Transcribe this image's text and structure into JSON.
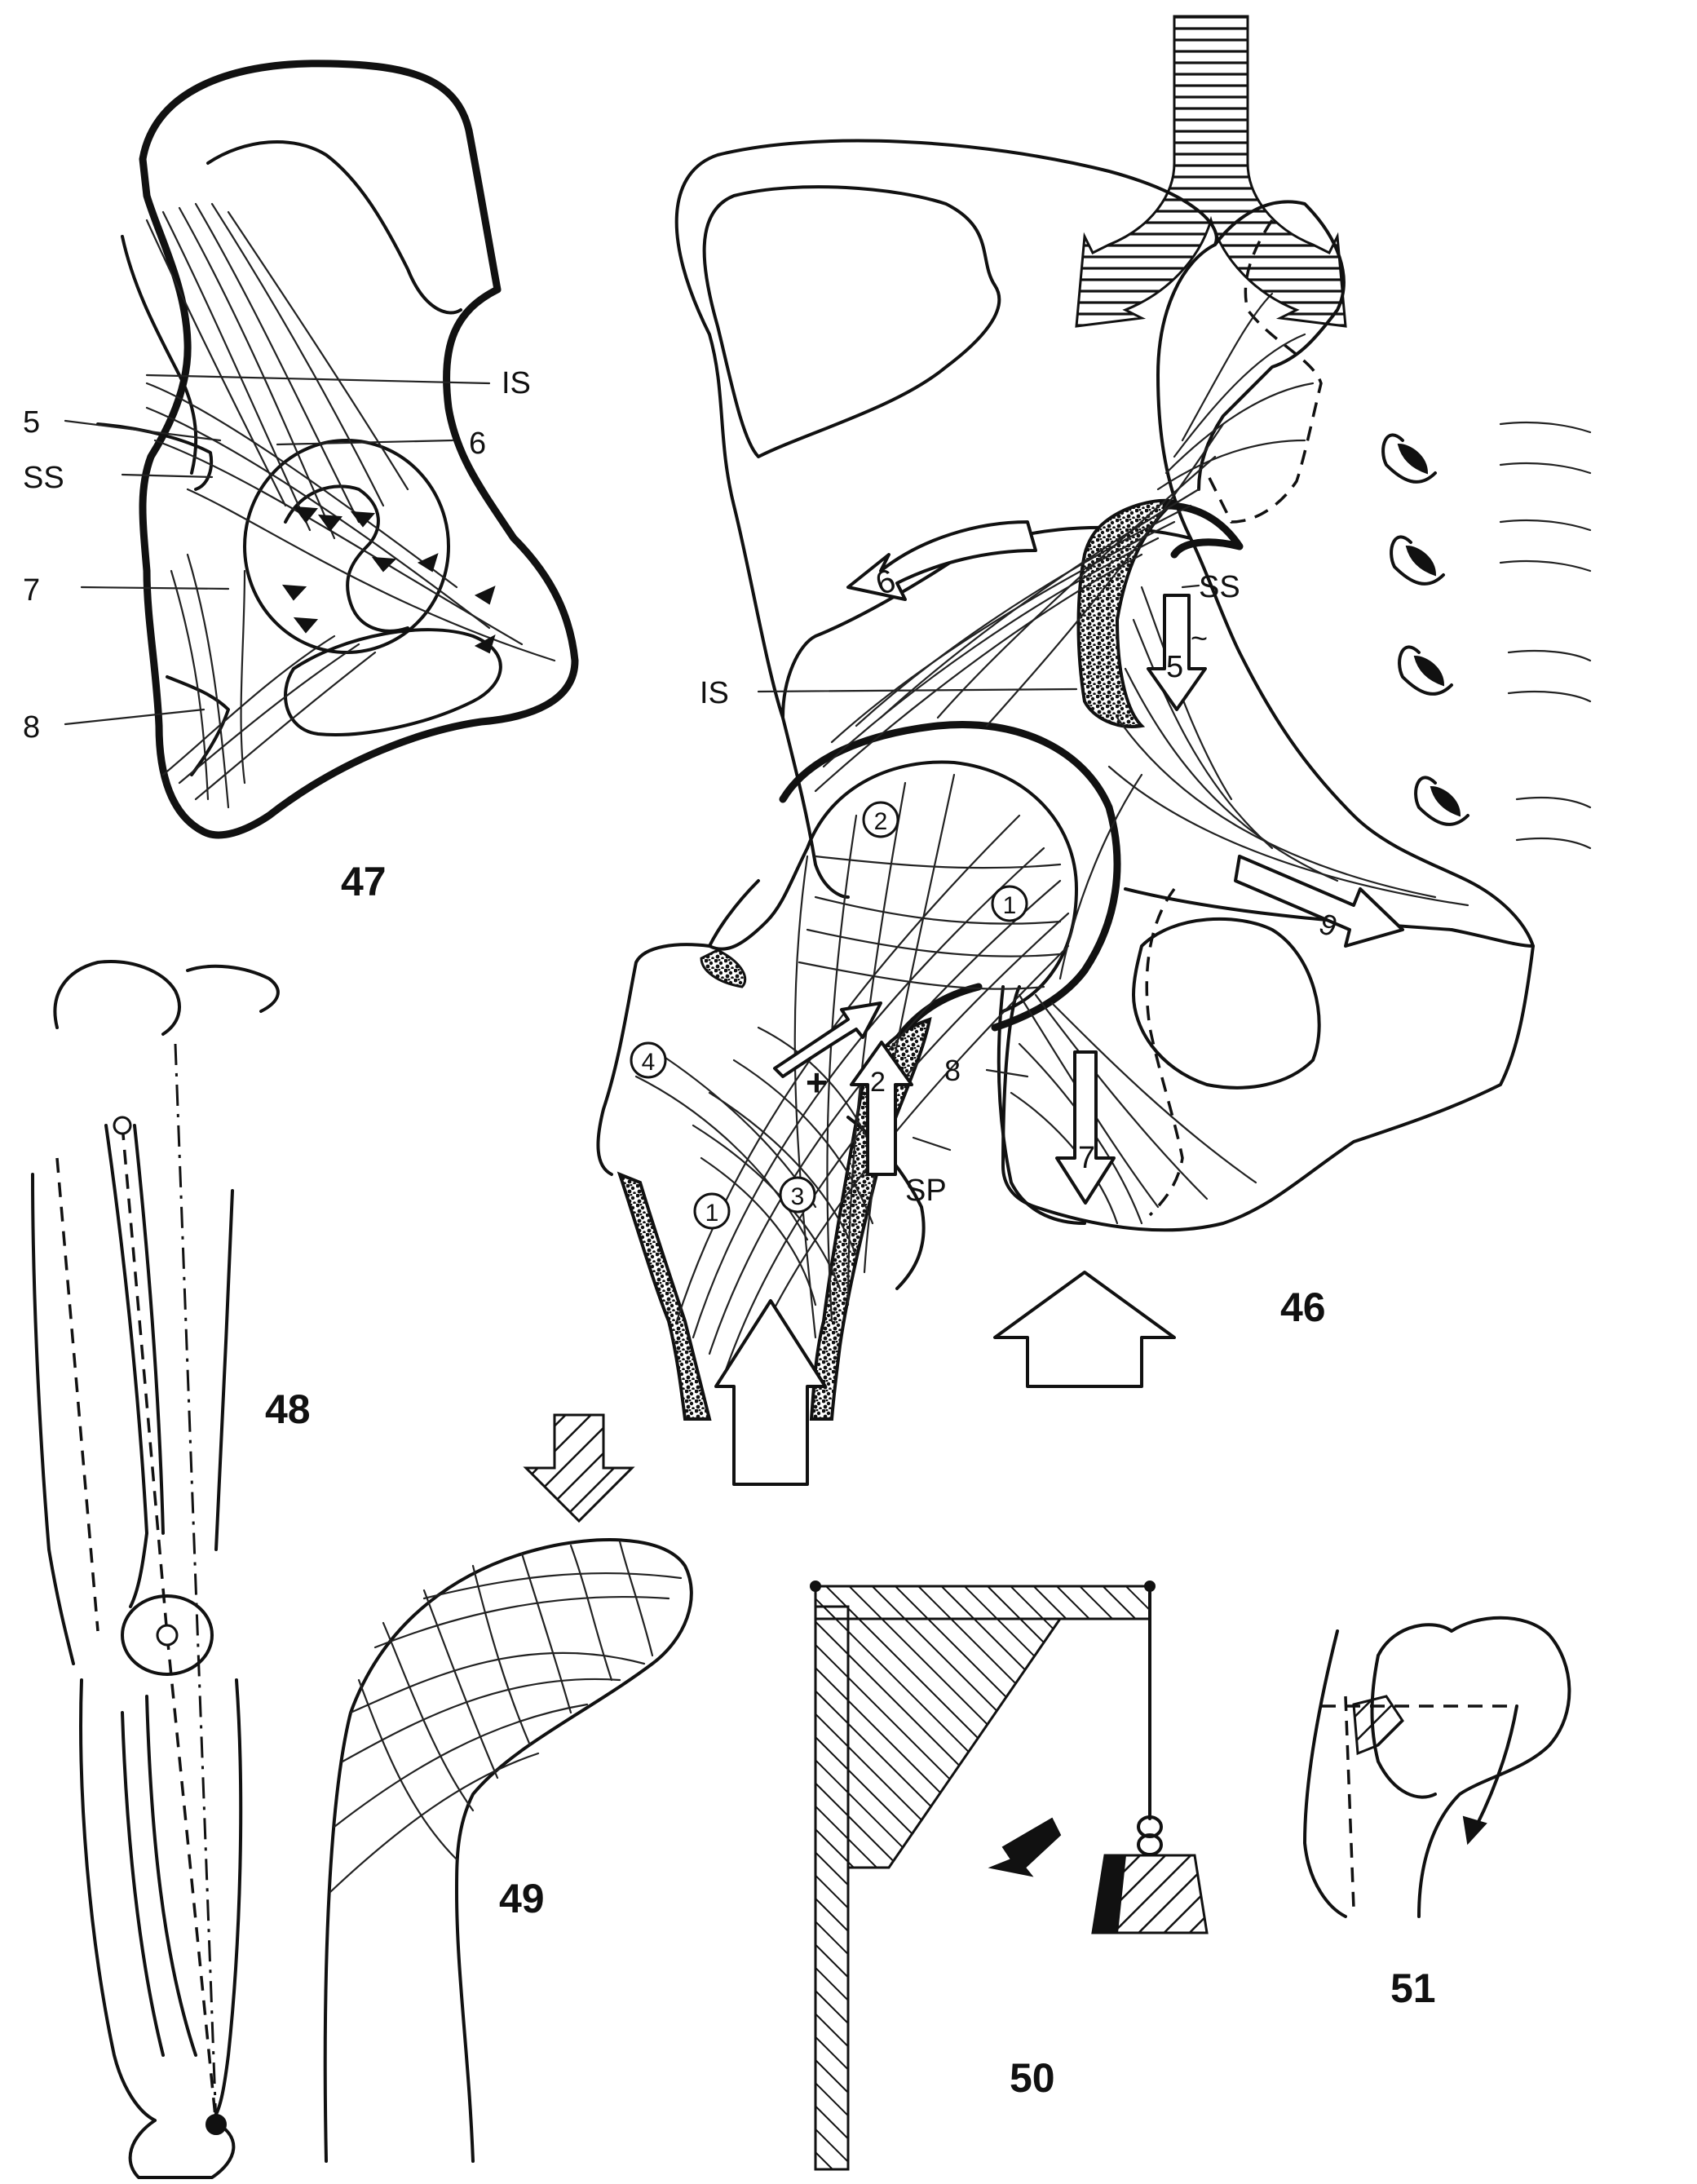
{
  "figures": {
    "fig46": "46",
    "fig47": "47",
    "fig48": "48",
    "fig49": "49",
    "fig50": "50",
    "fig51": "51"
  },
  "labels47": {
    "is": "IS",
    "five": "5",
    "ss": "SS",
    "six": "6",
    "seven": "7",
    "eight": "8"
  },
  "labels46": {
    "ss": "SS",
    "is": "IS",
    "sp": "SP",
    "eight": "8",
    "plus": "+",
    "tilde": "~",
    "arrow5": "5",
    "arrow6": "6",
    "arrow7": "7",
    "arrow9": "9",
    "arrow2": "2",
    "circle1a": "1",
    "circle1b": "1",
    "circle2": "2",
    "circle3": "3",
    "circle4": "4"
  }
}
